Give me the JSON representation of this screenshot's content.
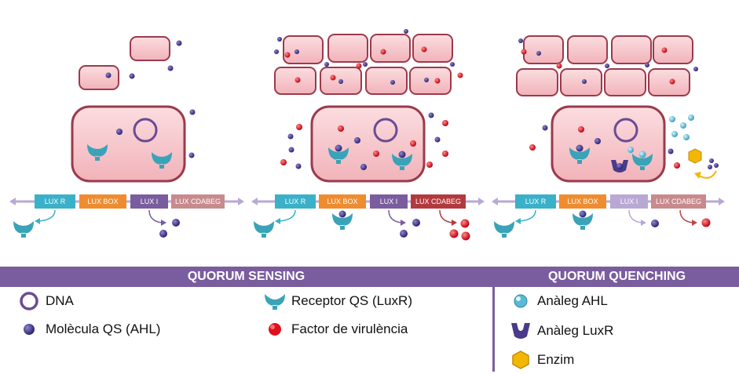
{
  "panels": [
    {
      "genes": [
        "LUX R",
        "LUX BOX",
        "LUX I",
        "LUX CDABEG"
      ]
    },
    {
      "genes": [
        "LUX R",
        "LUX BOX",
        "LUX I",
        "LUX CDABEG"
      ]
    },
    {
      "genes": [
        "LUX R",
        "LUX BOX",
        "LUX I",
        "LUX CDABEG"
      ]
    }
  ],
  "legend": {
    "sensing_title": "QUORUM SENSING",
    "quenching_title": "QUORUM QUENCHING",
    "dna": "DNA",
    "ahl": "Molècula QS (AHL)",
    "receptor": "Receptor QS (LuxR)",
    "virulence": "Factor de virulència",
    "ahl_analog": "Anàleg AHL",
    "luxr_analog": "Anàleg LuxR",
    "enzyme": "Enzim"
  },
  "colors": {
    "cell_fill": "#f6c6cb",
    "cell_stroke": "#9b3a4c",
    "purple": "#7a5d9e",
    "ahl": "#3b2f85",
    "receptor": "#3aa3b8",
    "virulence": "#e0101a",
    "gene_luxr": "#3bb0c9",
    "gene_luxbox": "#f08c30",
    "gene_luxi": "#7a5d9e",
    "gene_luxi_faded": "#b9a8d4",
    "gene_cdabeg": "#b9484c",
    "gene_cdabeg_light": "#c88a8d",
    "gene_cdabeg_active": "#b23a3e",
    "enzyme": "#f2b705"
  }
}
